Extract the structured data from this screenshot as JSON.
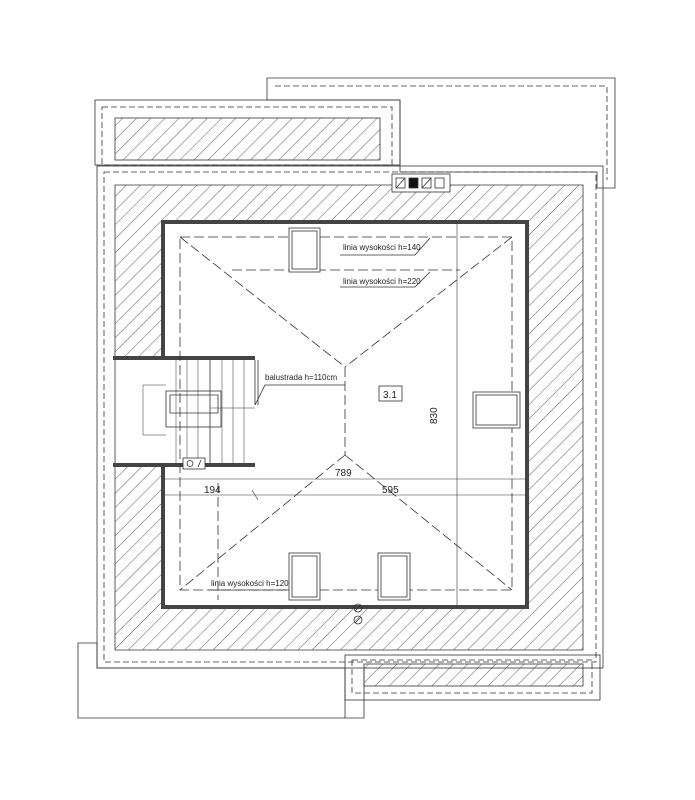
{
  "plan": {
    "room_label": "3.1",
    "labels": {
      "height_line_140": "linia wysokości h=140",
      "height_line_220": "linia wysokości h=220",
      "height_line_120": "linia wysokości h=120",
      "balustrade": "balustrada h=110cm"
    },
    "dimensions": {
      "total_width": "789",
      "left_segment": "194",
      "right_segment": "595",
      "height": "830"
    },
    "colors": {
      "line": "#222222",
      "background": "#ffffff"
    }
  }
}
